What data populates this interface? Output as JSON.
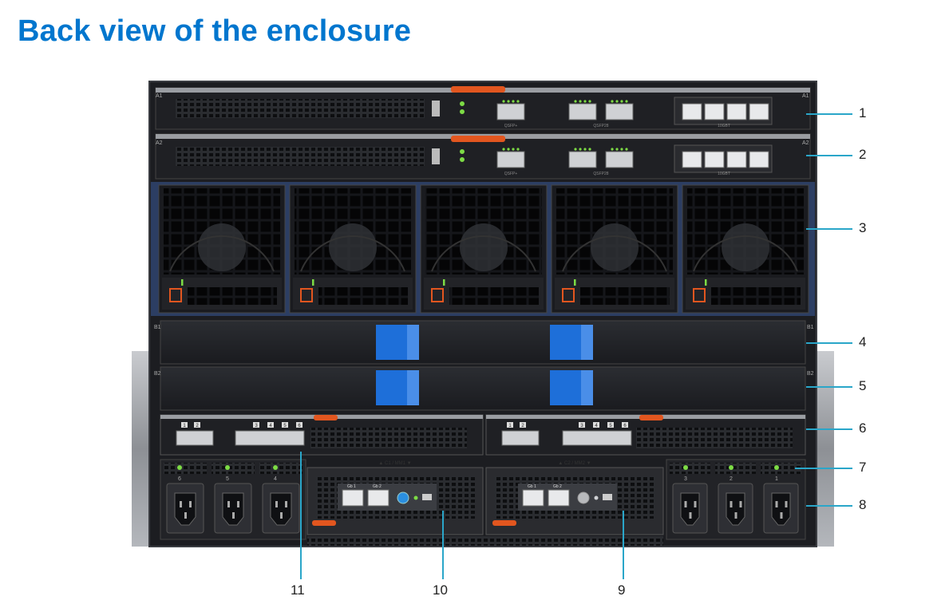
{
  "title": "Back view of the enclosure",
  "colors": {
    "title": "#0076ce",
    "leader": "#2aa6c9",
    "accent": "#e2561f",
    "handle": "#1e6fd9"
  },
  "slot_labels": {
    "a1": "A1",
    "a2": "A2",
    "b1": "B1",
    "b2": "B2"
  },
  "iom_labels": {
    "qsfp_left": "QSFP+",
    "qsfp_mid": "QSFP28",
    "tenG": "10GBT"
  },
  "fabric_c_ports": [
    "1",
    "2",
    "3",
    "4",
    "5",
    "6"
  ],
  "mm_labels": {
    "mm1": "▲ C1 / MM1 ▼",
    "mm2": "▲ C2 / MM2 ▼",
    "gb1": "Gb 1",
    "gb2": "Gb 2"
  },
  "psu_left": [
    "6",
    "5",
    "4"
  ],
  "psu_right": [
    "3",
    "2",
    "1"
  ],
  "callouts": {
    "c1": "1",
    "c2": "2",
    "c3": "3",
    "c4": "4",
    "c5": "5",
    "c6": "6",
    "c7": "7",
    "c8": "8",
    "c9": "9",
    "c10": "10",
    "c11": "11"
  }
}
